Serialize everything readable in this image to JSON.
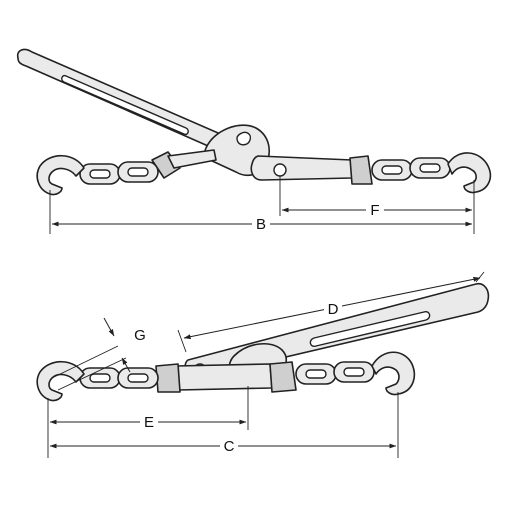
{
  "figure": {
    "dimension_labels": {
      "B": "B",
      "F": "F",
      "D": "D",
      "G": "G",
      "E": "E",
      "C": "C"
    }
  }
}
